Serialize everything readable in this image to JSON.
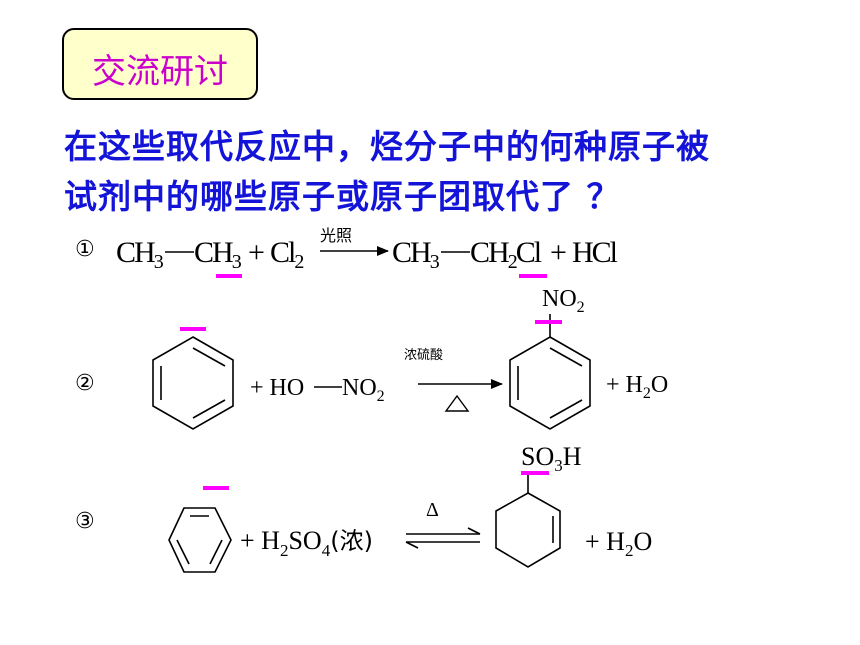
{
  "tag_label": "交流研讨",
  "question": {
    "line1": "在这些取代反应中，烃分子中的何种原子被",
    "line2": "试剂中的哪些原子或原子团取代了 ？"
  },
  "reactions": [
    {
      "number": "①",
      "condition": "光照",
      "r1a": "CH",
      "r1a_sub": "3",
      "r1b": "CH",
      "r1b_sub": "3",
      "plus1": "+",
      "r2": "Cl",
      "r2_sub": "2",
      "p1a": "CH",
      "p1a_sub": "3",
      "p1b": "CH",
      "p1b_sub": "2",
      "p1c": "Cl",
      "plus2": "+",
      "p2": "HCl"
    },
    {
      "number": "②",
      "condition": "浓硫酸",
      "reagent_a": "+ HO",
      "reagent_b": "NO",
      "reagent_sub": "2",
      "sub_group": "NO",
      "sub_group_sub": "2",
      "water": "+ H",
      "water_sub": "2",
      "water_o": "O"
    },
    {
      "number": "③",
      "condition": "Δ",
      "reagent": "+ H",
      "reagent_sub1": "2",
      "reagent_mid": "SO",
      "reagent_sub2": "4",
      "reagent_end": "(浓)",
      "sub_group": "SO",
      "sub_group_sub": "3",
      "sub_group_end": "H",
      "water": "+ H",
      "water_sub": "2",
      "water_o": "O"
    }
  ],
  "colors": {
    "tag_text": "#cc00cc",
    "tag_bg": "#ffffcc",
    "question": "#1414d8",
    "marker": "#ff00ff"
  }
}
